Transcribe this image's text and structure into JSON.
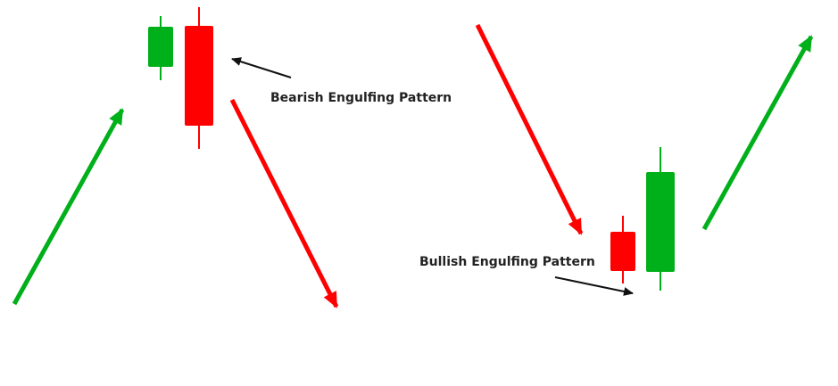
{
  "colors": {
    "bullish": "#00b01a",
    "bearish": "#ff0000",
    "pointer": "#111111",
    "text": "#222222",
    "background": "#ffffff"
  },
  "bearish_pattern": {
    "label": "Bearish Engulfing Pattern",
    "candles": [
      "bullish",
      "bearish"
    ],
    "trend_before": "up",
    "trend_after": "down"
  },
  "bullish_pattern": {
    "label": "Bullish Engulfing Pattern",
    "candles": [
      "bearish",
      "bullish"
    ],
    "trend_before": "down",
    "trend_after": "up"
  }
}
